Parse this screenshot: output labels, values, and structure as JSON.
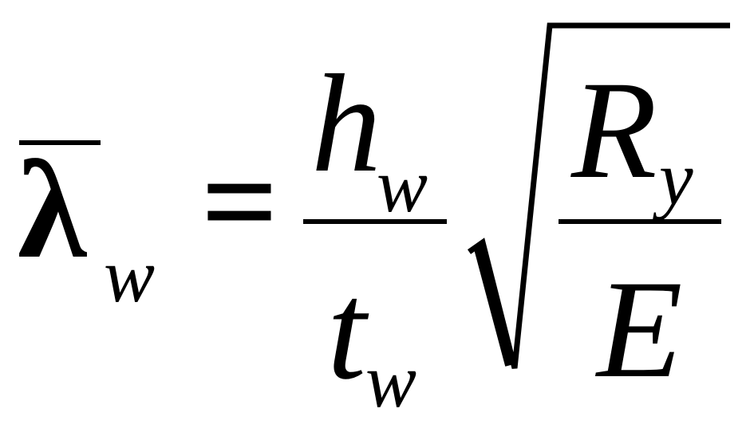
{
  "formula": {
    "lhs": {
      "symbol": "λ",
      "accent": "bar",
      "subscript": "w"
    },
    "relation": "=",
    "fraction": {
      "numerator": {
        "base": "h",
        "subscript": "w"
      },
      "denominator": {
        "base": "t",
        "subscript": "w"
      }
    },
    "radical": {
      "symbol": "sqrt",
      "numerator": {
        "base": "R",
        "subscript": "y"
      },
      "denominator": "E"
    }
  }
}
